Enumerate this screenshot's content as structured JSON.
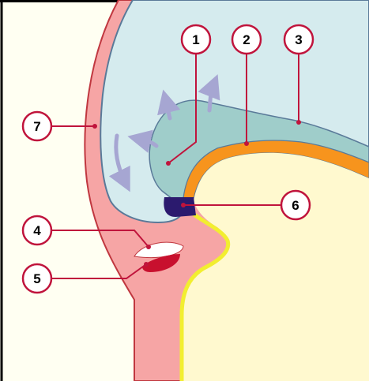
{
  "colors": {
    "background": "#fffff2",
    "frame": "#000000",
    "wall": "#f6a5a5",
    "wall_outline": "#c0373f",
    "cavity": "#d5ebee",
    "cavity_outline": "#5a7a99",
    "layer_teal": "#9fcdca",
    "layer_orange": "#f7941d",
    "plug": "#2b1a6e",
    "floor": "#fff9cf",
    "floor_line": "#f2ee30",
    "arrow": "#a6a6d2",
    "lip_top": "#ffffff",
    "lip_bottom": "#c8102e",
    "leader": "#c0143c"
  },
  "callouts": [
    {
      "id": "c1",
      "label": "1"
    },
    {
      "id": "c2",
      "label": "2"
    },
    {
      "id": "c3",
      "label": "3"
    },
    {
      "id": "c4",
      "label": "4"
    },
    {
      "id": "c5",
      "label": "5"
    },
    {
      "id": "c6",
      "label": "6"
    },
    {
      "id": "c7",
      "label": "7"
    }
  ]
}
